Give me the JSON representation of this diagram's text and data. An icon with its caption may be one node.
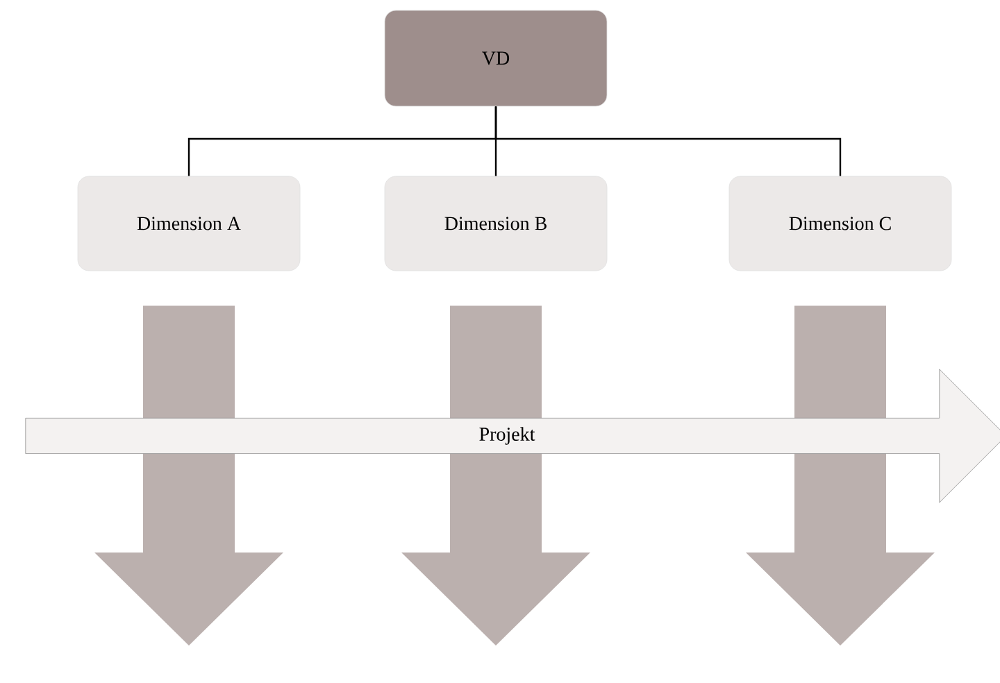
{
  "diagram": {
    "nodes": [
      {
        "text": [
          "VD"
        ]
      },
      {
        "text": [
          "Dimension A"
        ]
      },
      {
        "text": [
          "Dimension B"
        ]
      },
      {
        "text": [
          "Dimension C"
        ]
      },
      {
        "text": [
          "Projekt"
        ]
      }
    ],
    "edges": [
      {
        "from": 0,
        "to": 1,
        "arrow": "none"
      },
      {
        "from": 0,
        "to": 2,
        "arrow": "none"
      },
      {
        "from": 0,
        "to": 3,
        "arrow": "none"
      },
      {
        "from": 1,
        "to": null,
        "arrow": "to",
        "style": "thick",
        "color": "#bbb0ae"
      },
      {
        "from": 2,
        "to": null,
        "arrow": "to",
        "style": "thick",
        "color": "#bbb0ae"
      },
      {
        "from": 3,
        "to": null,
        "arrow": "to",
        "style": "thick",
        "color": "#bbb0ae"
      }
    ]
  }
}
